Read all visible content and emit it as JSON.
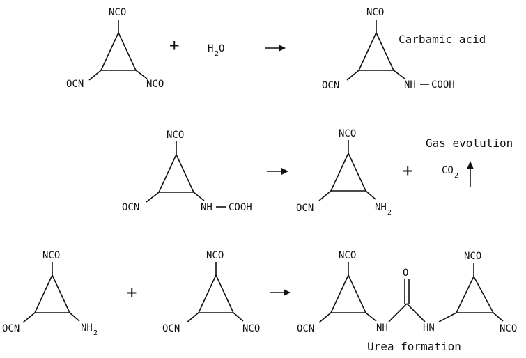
{
  "labels": {
    "nco": "NCO",
    "ocn": "OCN",
    "nh": "NH",
    "cooh": "COOH",
    "nh2": "NH",
    "sub2": "2",
    "hn": "NH",
    "nh_left": "HN",
    "h2o_h": "H",
    "h2o_o": "O",
    "co2_c": "CO",
    "o": "O"
  },
  "captions": {
    "carbamic": "Carbamic acid",
    "gas": "Gas evolution",
    "urea": "Urea formation"
  },
  "operators": {
    "plus": "+"
  }
}
